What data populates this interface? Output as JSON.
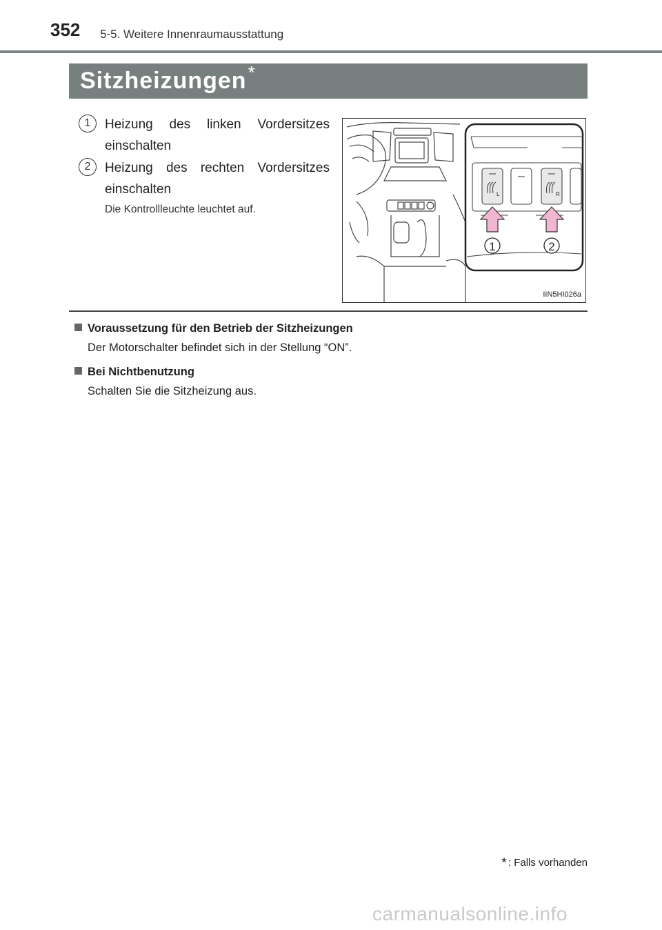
{
  "header": {
    "page_number": "352",
    "section": "5-5. Weitere Innenraumausstattung"
  },
  "title": {
    "text": "Sitzheizungen",
    "marker": "*"
  },
  "steps": [
    {
      "number": "1",
      "text": "Heizung des linken Vordersitzes einschalten"
    },
    {
      "number": "2",
      "text": "Heizung des rechten Vordersitzes einschalten"
    }
  ],
  "note": "Die Kontrollleuchte leuchtet auf.",
  "figure": {
    "callouts": [
      "1",
      "2"
    ],
    "switch_labels": [
      "L",
      "R"
    ],
    "code": "IIN5HI026a"
  },
  "items": [
    {
      "heading": "Voraussetzung für den Betrieb der Sitzheizungen",
      "body": "Der Motorschalter befindet sich in der Stellung “ON”."
    },
    {
      "heading": "Bei Nichtbenutzung",
      "body": "Schalten Sie die Sitzheizung aus."
    }
  ],
  "footnote": {
    "marker": "*",
    "text": ": Falls vorhanden"
  },
  "watermark": "carmanualsonline.info",
  "colors": {
    "title_band": "#77807e",
    "arrow": "#f2b6d3",
    "arrow_outline": "#333333"
  }
}
